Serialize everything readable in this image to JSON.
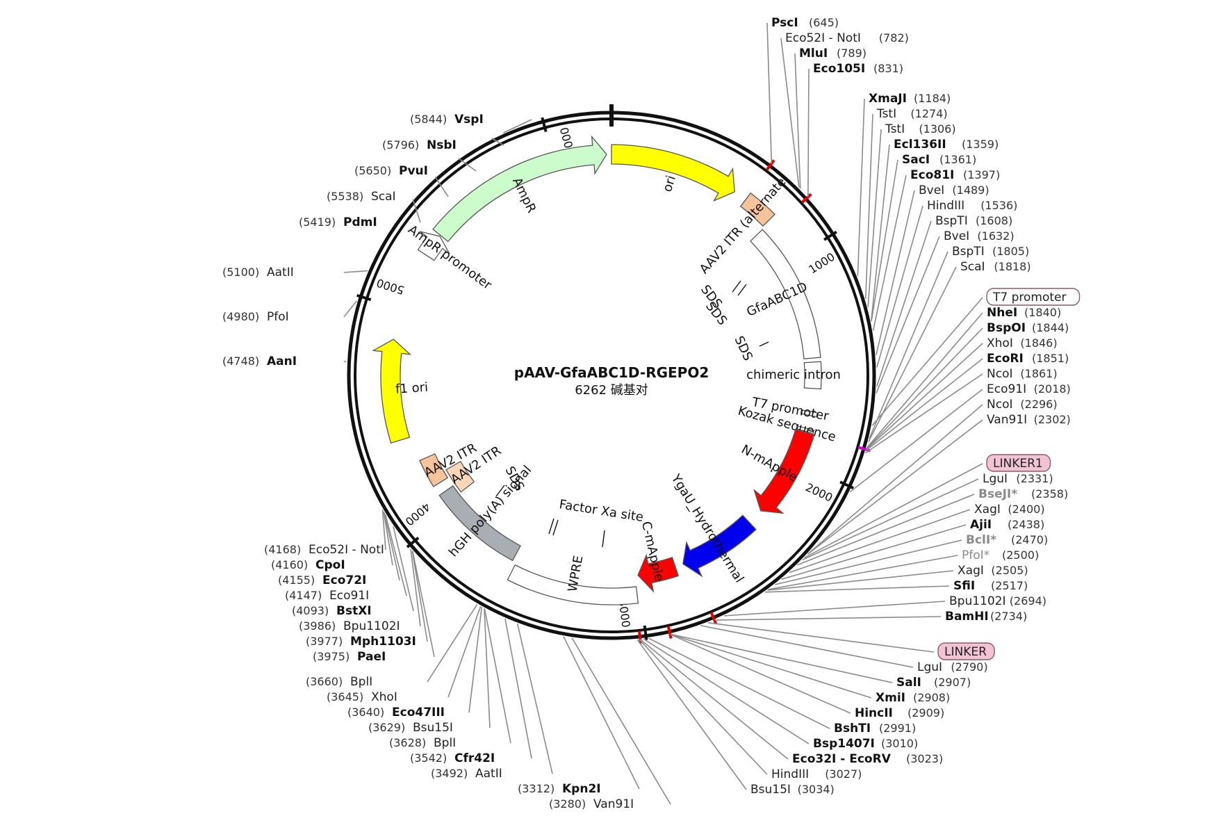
{
  "plasmid": {
    "name": "pAAV-GfaABC1D-RGEPO2",
    "length_text": "6262 碱基对",
    "length": 6262
  },
  "ticks": [
    {
      "bp": 1000,
      "label": "1000"
    },
    {
      "bp": 2000,
      "label": "2000"
    },
    {
      "bp": 3000,
      "label": "3000"
    },
    {
      "bp": 4000,
      "label": "4000"
    },
    {
      "bp": 5000,
      "label": "5000"
    },
    {
      "bp": 6000,
      "label": "6000"
    }
  ],
  "features": [
    {
      "id": "ori",
      "label": "ori",
      "start": 0,
      "end": 589,
      "kind": "arrow",
      "color": "#ffff00",
      "track": 1
    },
    {
      "id": "aav2-itr-alt",
      "label": "AAV2 ITR (alternate)",
      "start": 650,
      "end": 790,
      "kind": "box",
      "color": "#f7c39a",
      "track": 1
    },
    {
      "id": "gfaabc1d",
      "label": "GfaABC1D",
      "start": 800,
      "end": 1480,
      "kind": "box",
      "color": "#ffffff",
      "track": 2
    },
    {
      "id": "chimeric-intron",
      "label": "chimeric intron",
      "start": 1500,
      "end": 1630,
      "kind": "box",
      "color": "#ffffff",
      "track": 2
    },
    {
      "id": "t7-promoter",
      "label": "T7 promoter",
      "start": 1745,
      "end": 1764,
      "kind": "box",
      "color": "#ffffff",
      "track": 2
    },
    {
      "id": "kozak",
      "label": "Kozak sequence",
      "start": 1830,
      "end": 1845,
      "kind": "box",
      "color": "#ffffff",
      "track": 2
    },
    {
      "id": "n-mapple",
      "label": "N-mApple",
      "start": 1850,
      "end": 2300,
      "kind": "arrow",
      "color": "#ff0000",
      "track": 2
    },
    {
      "id": "ygau",
      "label": "YgaU_Hydrothermal",
      "start": 2380,
      "end": 2770,
      "kind": "arrow",
      "color": "#0000ee",
      "track": 2
    },
    {
      "id": "c-mapple",
      "label": "C-mApple",
      "start": 2810,
      "end": 3000,
      "kind": "arrow",
      "color": "#ff0000",
      "track": 2
    },
    {
      "id": "wpre",
      "label": "WPRE",
      "start": 3015,
      "end": 3600,
      "kind": "box",
      "color": "#ffffff",
      "track": 1
    },
    {
      "id": "hgh-polya",
      "label": "hGH poly(A) signal",
      "start": 3620,
      "end": 4090,
      "kind": "box",
      "color": "#a9aeb5",
      "track": 2
    },
    {
      "id": "aav2-itr-1",
      "label": "AAV2 ITR",
      "start": 4140,
      "end": 4280,
      "kind": "box",
      "color": "#f7c39a",
      "track": 2
    },
    {
      "id": "aav2-itr-2",
      "label": "AAV2 ITR",
      "start": 4040,
      "end": 4180,
      "kind": "box",
      "color": "#fbd7b7",
      "track": 3
    },
    {
      "id": "f1-ori",
      "label": "f1 ori",
      "start": 4400,
      "end": 4860,
      "kind": "arrow",
      "color": "#ffff00",
      "track": 1
    },
    {
      "id": "ampr-promoter",
      "label": "AmpR promoter",
      "start": 5270,
      "end": 5375,
      "kind": "arrow",
      "color": "#ffffff",
      "track": 1
    },
    {
      "id": "ampr",
      "label": "AmpR",
      "start": 5380,
      "end": 6240,
      "kind": "arrow",
      "color": "#ccfccc",
      "track": 1
    }
  ],
  "inner_labels": [
    {
      "text": "SDS"
    },
    {
      "text": "SDS"
    },
    {
      "text": "SDS"
    },
    {
      "text": "SDS"
    },
    {
      "text": "Factor Xa site"
    }
  ],
  "sites_right": [
    {
      "name": "PscI",
      "pos": "(645)",
      "bp": 645,
      "bold": true
    },
    {
      "name": "Eco52I - NotI",
      "pos": "(782)",
      "bp": 782,
      "bold": false
    },
    {
      "name": "MluI",
      "pos": "(789)",
      "bp": 789,
      "bold": true
    },
    {
      "name": "Eco105I",
      "pos": "(831)",
      "bp": 831,
      "bold": true
    },
    {
      "name": "XmaJI",
      "pos": "(1184)",
      "bp": 1184,
      "bold": true
    },
    {
      "name": "TstI",
      "pos": "(1274)",
      "bp": 1274,
      "bold": false
    },
    {
      "name": "TstI",
      "pos": "(1306)",
      "bp": 1306,
      "bold": false
    },
    {
      "name": "Ecl136II",
      "pos": "(1359)",
      "bp": 1359,
      "bold": true
    },
    {
      "name": "SacI",
      "pos": "(1361)",
      "bp": 1361,
      "bold": true
    },
    {
      "name": "Eco81I",
      "pos": "(1397)",
      "bp": 1397,
      "bold": true
    },
    {
      "name": "BveI",
      "pos": "(1489)",
      "bp": 1489,
      "bold": false
    },
    {
      "name": "HindIII",
      "pos": "(1536)",
      "bp": 1536,
      "bold": false
    },
    {
      "name": "BspTI",
      "pos": "(1608)",
      "bp": 1608,
      "bold": false
    },
    {
      "name": "BveI",
      "pos": "(1632)",
      "bp": 1632,
      "bold": false
    },
    {
      "name": "BspTI",
      "pos": "(1805)",
      "bp": 1805,
      "bold": false
    },
    {
      "name": "ScaI",
      "pos": "(1818)",
      "bp": 1818,
      "bold": false
    },
    {
      "name": "T7 promoter",
      "pos": "",
      "bp": 1755,
      "bold": false,
      "feature": true,
      "color": "#ffffff"
    },
    {
      "name": "NheI",
      "pos": "(1840)",
      "bp": 1840,
      "bold": true
    },
    {
      "name": "BspOI",
      "pos": "(1844)",
      "bp": 1844,
      "bold": true
    },
    {
      "name": "XhoI",
      "pos": "(1846)",
      "bp": 1846,
      "bold": false
    },
    {
      "name": "EcoRI",
      "pos": "(1851)",
      "bp": 1851,
      "bold": true
    },
    {
      "name": "NcoI",
      "pos": "(1861)",
      "bp": 1861,
      "bold": false
    },
    {
      "name": "Eco91I",
      "pos": "(2018)",
      "bp": 2018,
      "bold": false
    },
    {
      "name": "NcoI",
      "pos": "(2296)",
      "bp": 2296,
      "bold": false
    },
    {
      "name": "Van91I",
      "pos": "(2302)",
      "bp": 2302,
      "bold": false
    },
    {
      "name": "LINKER1",
      "pos": "",
      "bp": 2320,
      "bold": false,
      "feature": true,
      "color": "#f2c3d4"
    },
    {
      "name": "LguI",
      "pos": "(2331)",
      "bp": 2331,
      "bold": false
    },
    {
      "name": "BseJI*",
      "pos": "(2358)",
      "bp": 2358,
      "bold": true,
      "grey": true
    },
    {
      "name": "XagI",
      "pos": "(2400)",
      "bp": 2400,
      "bold": false
    },
    {
      "name": "AjiI",
      "pos": "(2438)",
      "bp": 2438,
      "bold": true
    },
    {
      "name": "BclI*",
      "pos": "(2470)",
      "bp": 2470,
      "bold": true,
      "grey": true
    },
    {
      "name": "PfoI*",
      "pos": "(2500)",
      "bp": 2500,
      "bold": false,
      "grey": true
    },
    {
      "name": "XagI",
      "pos": "(2505)",
      "bp": 2505,
      "bold": false
    },
    {
      "name": "SfiI",
      "pos": "(2517)",
      "bp": 2517,
      "bold": true
    },
    {
      "name": "Bpu1102I",
      "pos": "(2694)",
      "bp": 2694,
      "bold": false
    },
    {
      "name": "BamHI",
      "pos": "(2734)",
      "bp": 2734,
      "bold": true
    },
    {
      "name": "LINKER",
      "pos": "",
      "bp": 2760,
      "bold": false,
      "feature": true,
      "color": "#f2c3d4"
    },
    {
      "name": "LguI",
      "pos": "(2790)",
      "bp": 2790,
      "bold": false
    },
    {
      "name": "SalI",
      "pos": "(2907)",
      "bp": 2907,
      "bold": true
    },
    {
      "name": "XmiI",
      "pos": "(2908)",
      "bp": 2908,
      "bold": true
    },
    {
      "name": "HincII",
      "pos": "(2909)",
      "bp": 2909,
      "bold": true
    },
    {
      "name": "BshTI",
      "pos": "(2991)",
      "bp": 2991,
      "bold": true
    },
    {
      "name": "Bsp1407I",
      "pos": "(3010)",
      "bp": 3010,
      "bold": true
    },
    {
      "name": "Eco32I - EcoRV",
      "pos": "(3023)",
      "bp": 3023,
      "bold": true
    },
    {
      "name": "HindIII",
      "pos": "(3027)",
      "bp": 3027,
      "bold": false
    },
    {
      "name": "Bsu15I",
      "pos": "(3034)",
      "bp": 3034,
      "bold": false
    }
  ],
  "sites_left": [
    {
      "name": "Van91I",
      "pos": "(3280)",
      "bp": 3280,
      "bold": false
    },
    {
      "name": "Kpn2I",
      "pos": "(3312)",
      "bp": 3312,
      "bold": true
    },
    {
      "name": "AatII",
      "pos": "(3492)",
      "bp": 3492,
      "bold": false
    },
    {
      "name": "Cfr42I",
      "pos": "(3542)",
      "bp": 3542,
      "bold": true
    },
    {
      "name": "BplI",
      "pos": "(3628)",
      "bp": 3628,
      "bold": false
    },
    {
      "name": "Bsu15I",
      "pos": "(3629)",
      "bp": 3629,
      "bold": false
    },
    {
      "name": "Eco47III",
      "pos": "(3640)",
      "bp": 3640,
      "bold": true
    },
    {
      "name": "XhoI",
      "pos": "(3645)",
      "bp": 3645,
      "bold": false
    },
    {
      "name": "BplI",
      "pos": "(3660)",
      "bp": 3660,
      "bold": false
    },
    {
      "name": "PaeI",
      "pos": "(3975)",
      "bp": 3975,
      "bold": true
    },
    {
      "name": "Mph1103I",
      "pos": "(3977)",
      "bp": 3977,
      "bold": true
    },
    {
      "name": "Bpu1102I",
      "pos": "(3986)",
      "bp": 3986,
      "bold": false
    },
    {
      "name": "BstXI",
      "pos": "(4093)",
      "bp": 4093,
      "bold": true
    },
    {
      "name": "Eco91I",
      "pos": "(4147)",
      "bp": 4147,
      "bold": false
    },
    {
      "name": "Eco72I",
      "pos": "(4155)",
      "bp": 4155,
      "bold": true
    },
    {
      "name": "CpoI",
      "pos": "(4160)",
      "bp": 4160,
      "bold": true
    },
    {
      "name": "Eco52I - NotI",
      "pos": "(4168)",
      "bp": 4168,
      "bold": false
    },
    {
      "name": "AanI",
      "pos": "(4748)",
      "bp": 4748,
      "bold": true
    },
    {
      "name": "PfoI",
      "pos": "(4980)",
      "bp": 4980,
      "bold": false
    },
    {
      "name": "AatII",
      "pos": "(5100)",
      "bp": 5100,
      "bold": false
    },
    {
      "name": "PdmI",
      "pos": "(5419)",
      "bp": 5419,
      "bold": true
    },
    {
      "name": "ScaI",
      "pos": "(5538)",
      "bp": 5538,
      "bold": false
    },
    {
      "name": "PvuI",
      "pos": "(5650)",
      "bp": 5650,
      "bold": true
    },
    {
      "name": "NsbI",
      "pos": "(5796)",
      "bp": 5796,
      "bold": true
    },
    {
      "name": "VspI",
      "pos": "(5844)",
      "bp": 5844,
      "bold": true
    }
  ]
}
